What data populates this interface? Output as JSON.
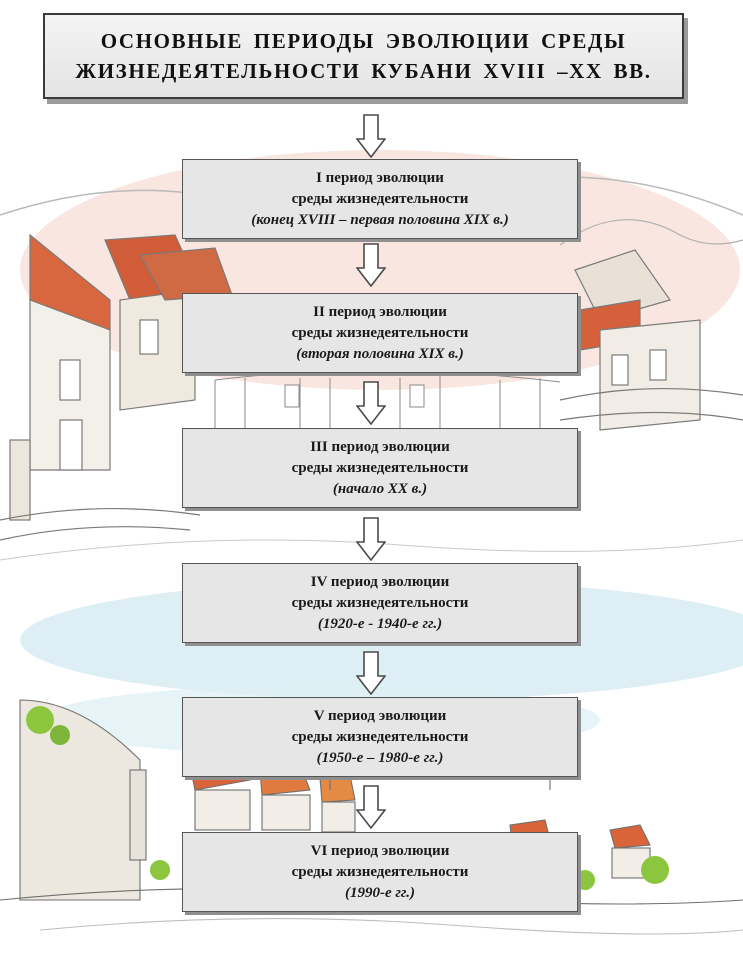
{
  "title": {
    "line1": "ОСНОВНЫЕ ПЕРИОДЫ ЭВОЛЮЦИИ СРЕДЫ",
    "line2": "ЖИЗНЕДЕЯТЕЛЬНОСТИ КУБАНИ XVIII –XX ВВ."
  },
  "periods": [
    {
      "heading": "I период эволюции",
      "subtitle": "среды жизнедеятельности",
      "dates": "(конец XVIII – первая половина XIX в.)"
    },
    {
      "heading": "II период эволюции",
      "subtitle": "среды жизнедеятельности",
      "dates": "(вторая половина XIX в.)"
    },
    {
      "heading": "III период эволюции",
      "subtitle": "среды жизнедеятельности",
      "dates": "(начало XX в.)"
    },
    {
      "heading": "IV период эволюции",
      "subtitle": "среды жизнедеятельности",
      "dates": "(1920-е - 1940-е гг.)"
    },
    {
      "heading": "V период эволюции",
      "subtitle": "среды жизнедеятельности",
      "dates": "(1950-е – 1980-е гг.)"
    },
    {
      "heading": "VI период эволюции",
      "subtitle": "среды жизнедеятельности",
      "dates": "(1990-е гг.)"
    }
  ],
  "colors": {
    "box_fill": "#e6e6e6",
    "box_border": "#555555",
    "roof": "#d9643a",
    "sky_pink": "#f5d6cc",
    "water_blue": "#cfe6ef",
    "foliage_green": "#8cc63f"
  }
}
